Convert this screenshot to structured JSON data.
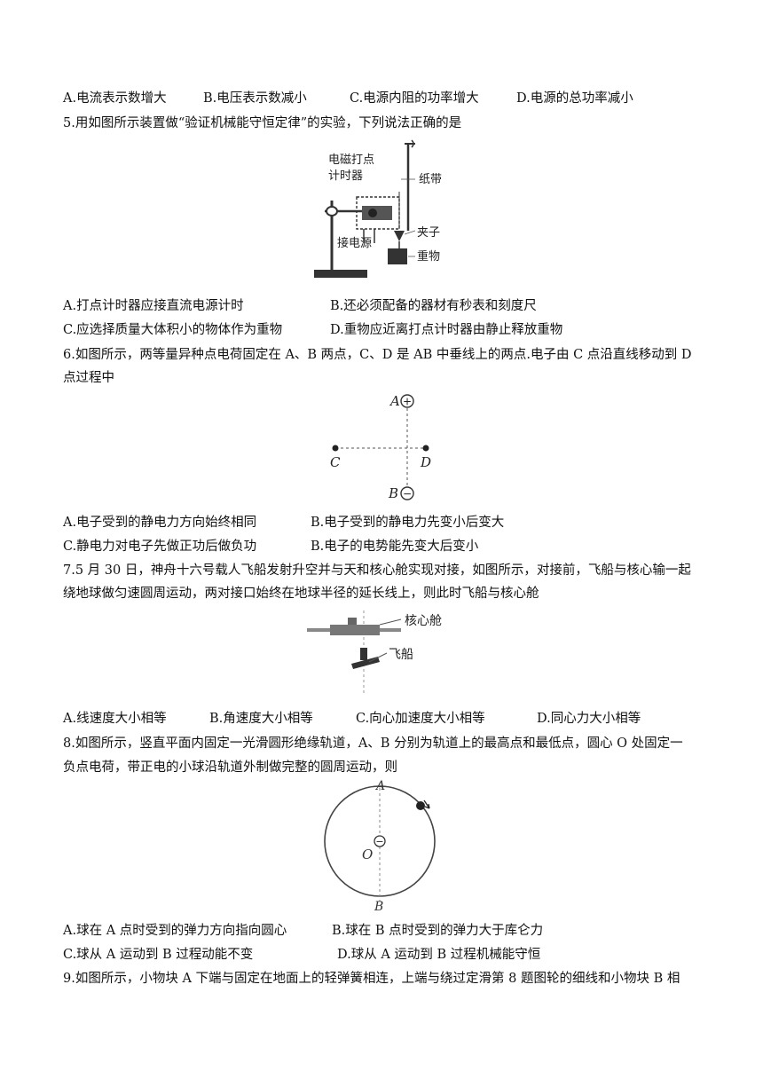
{
  "q4": {
    "options": [
      "A.电流表示数增大",
      "B.电压表示数减小",
      "C.电源内阻的功率增大",
      "D.电源的总功率减小"
    ]
  },
  "q5": {
    "stem": "5.用如图所示装置做“验证机械能守恒定律”的实验，下列说法正确的是",
    "figure_labels": {
      "timer_line1": "电磁打点",
      "timer_line2": "计时器",
      "tape": "纸带",
      "clip": "夹子",
      "power": "接电源",
      "weight": "重物"
    },
    "options": [
      "A.打点计时器应接直流电源计时",
      "B.还必须配备的器材有秒表和刻度尺",
      "C.应选择质量大体积小的物体作为重物",
      "D.重物应近离打点计时器由静止释放重物"
    ]
  },
  "q6": {
    "stem_line1": "6.如图所示，两等量异种点电荷固定在 A、B 两点，C、D 是 AB 中垂线上的两点.电子由 C 点沿直线移动到 D",
    "stem_line2": "点过程中",
    "figure_labels": {
      "A": "A",
      "B": "B",
      "C": "C",
      "D": "D",
      "plus": "+",
      "minus": "−"
    },
    "options": [
      "A.电子受到的静电力方向始终相同",
      "B.电子受到的静电力先变小后变大",
      "C.静电力对电子先做正功后做负功",
      "B.电子的电势能先变大后变小"
    ]
  },
  "q7": {
    "stem_line1": "7.5 月 30 日，神舟十六号载人飞船发射升空并与天和核心舱实现对接，如图所示，对接前，飞船与核心输一起",
    "stem_line2": "绕地球做匀速圆周运动，两对接口始终在地球半径的延长线上，则此时飞船与核心舱",
    "figure_labels": {
      "core": "核心舱",
      "ship": "飞船"
    },
    "options": [
      "A.线速度大小相等",
      "B.角速度大小相等",
      "C.向心加速度大小相等",
      "D.同心力大小相等"
    ]
  },
  "q8": {
    "stem_line1": "8.如图所示，竖直平面内固定一光滑圆形绝缘轨道，A、B 分别为轨道上的最高点和最低点，圆心 O 处固定一",
    "stem_line2": "负点电荷，带正电的小球沿轨道外制做完整的圆周运动，则",
    "figure_labels": {
      "A": "A",
      "B": "B",
      "O": "O",
      "minus": "−"
    },
    "options": [
      "A.球在 A 点时受到的弹力方向指向圆心",
      "B.球在 B 点时受到的弹力大于库仑力",
      "C.球从 A 运动到 B 过程动能不变",
      "D.球从 A 运动到 B 过程机械能守恒"
    ]
  },
  "q9": {
    "stem_line1": "9.如图所示，小物块 A 下端与固定在地面上的轻弹簧相连，上端与绕过定滑第 8 题图轮的细线和小物块 B 相"
  }
}
